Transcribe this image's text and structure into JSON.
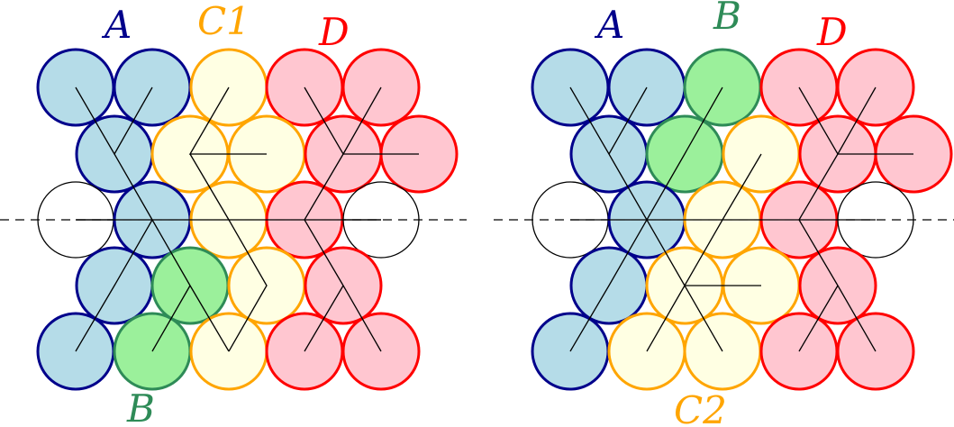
{
  "colors": {
    "A": {
      "fill": "#add8e6",
      "stroke": "#00008b"
    },
    "B": {
      "fill": "#90ee90",
      "stroke": "#2e8b57"
    },
    "C": {
      "fill": "#ffffe0",
      "stroke": "#ffa500"
    },
    "D": {
      "fill": "#ffc0cb",
      "stroke": "#ff0000"
    },
    "empty": {
      "fill": "#ffffff",
      "stroke": "#000000"
    }
  },
  "panels": [
    {
      "id": "left",
      "labels": {
        "A": "A",
        "C": "C1",
        "D": "D",
        "B": "B"
      },
      "axis_length": 12
    },
    {
      "id": "right",
      "labels": {
        "A": "A",
        "B": "B",
        "D": "D",
        "C": "C2"
      },
      "axis_length": 12
    }
  ]
}
